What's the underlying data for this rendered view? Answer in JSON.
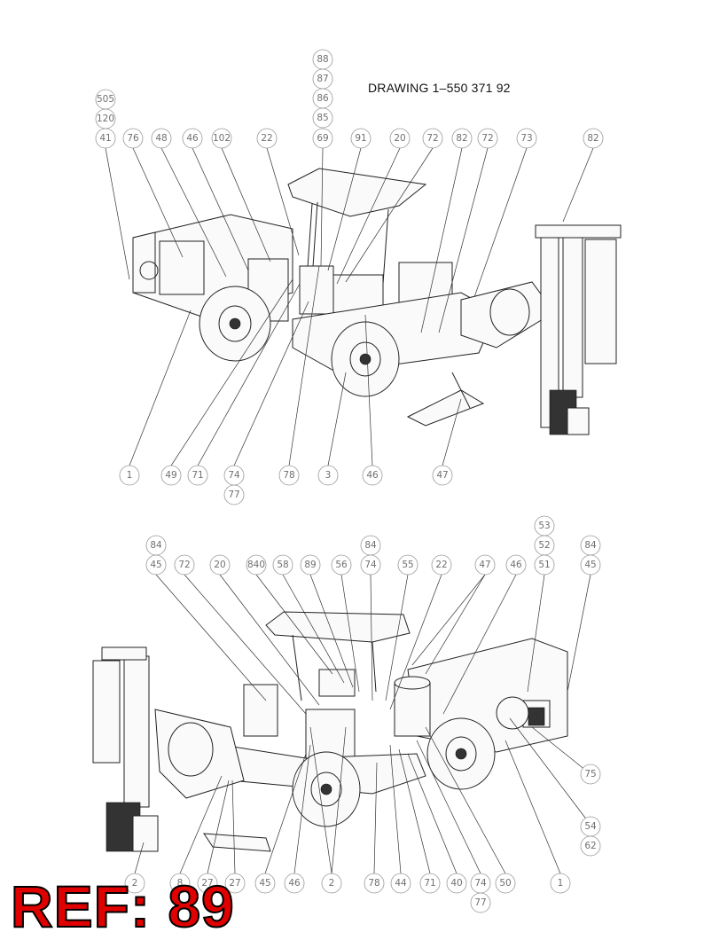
{
  "drawing_title": "DRAWING 1–550 371 92",
  "reference_label": "REF: 89",
  "top_view": {
    "callouts": [
      "505",
      "120",
      "41",
      "76",
      "48",
      "46",
      "102",
      "22",
      "88",
      "87",
      "86",
      "85",
      "69",
      "91",
      "20",
      "72",
      "82",
      "72",
      "73",
      "82",
      "1",
      "49",
      "71",
      "74",
      "77",
      "78",
      "3",
      "46",
      "47"
    ]
  },
  "bottom_view": {
    "callouts": [
      "84",
      "45",
      "72",
      "20",
      "840",
      "58",
      "89",
      "56",
      "84",
      "74",
      "55",
      "22",
      "47",
      "46",
      "53",
      "52",
      "51",
      "84",
      "45",
      "75",
      "54",
      "62",
      "2",
      "8",
      "27",
      "27",
      "45",
      "46",
      "2",
      "78",
      "44",
      "71",
      "40",
      "74",
      "77",
      "50",
      "1"
    ]
  }
}
